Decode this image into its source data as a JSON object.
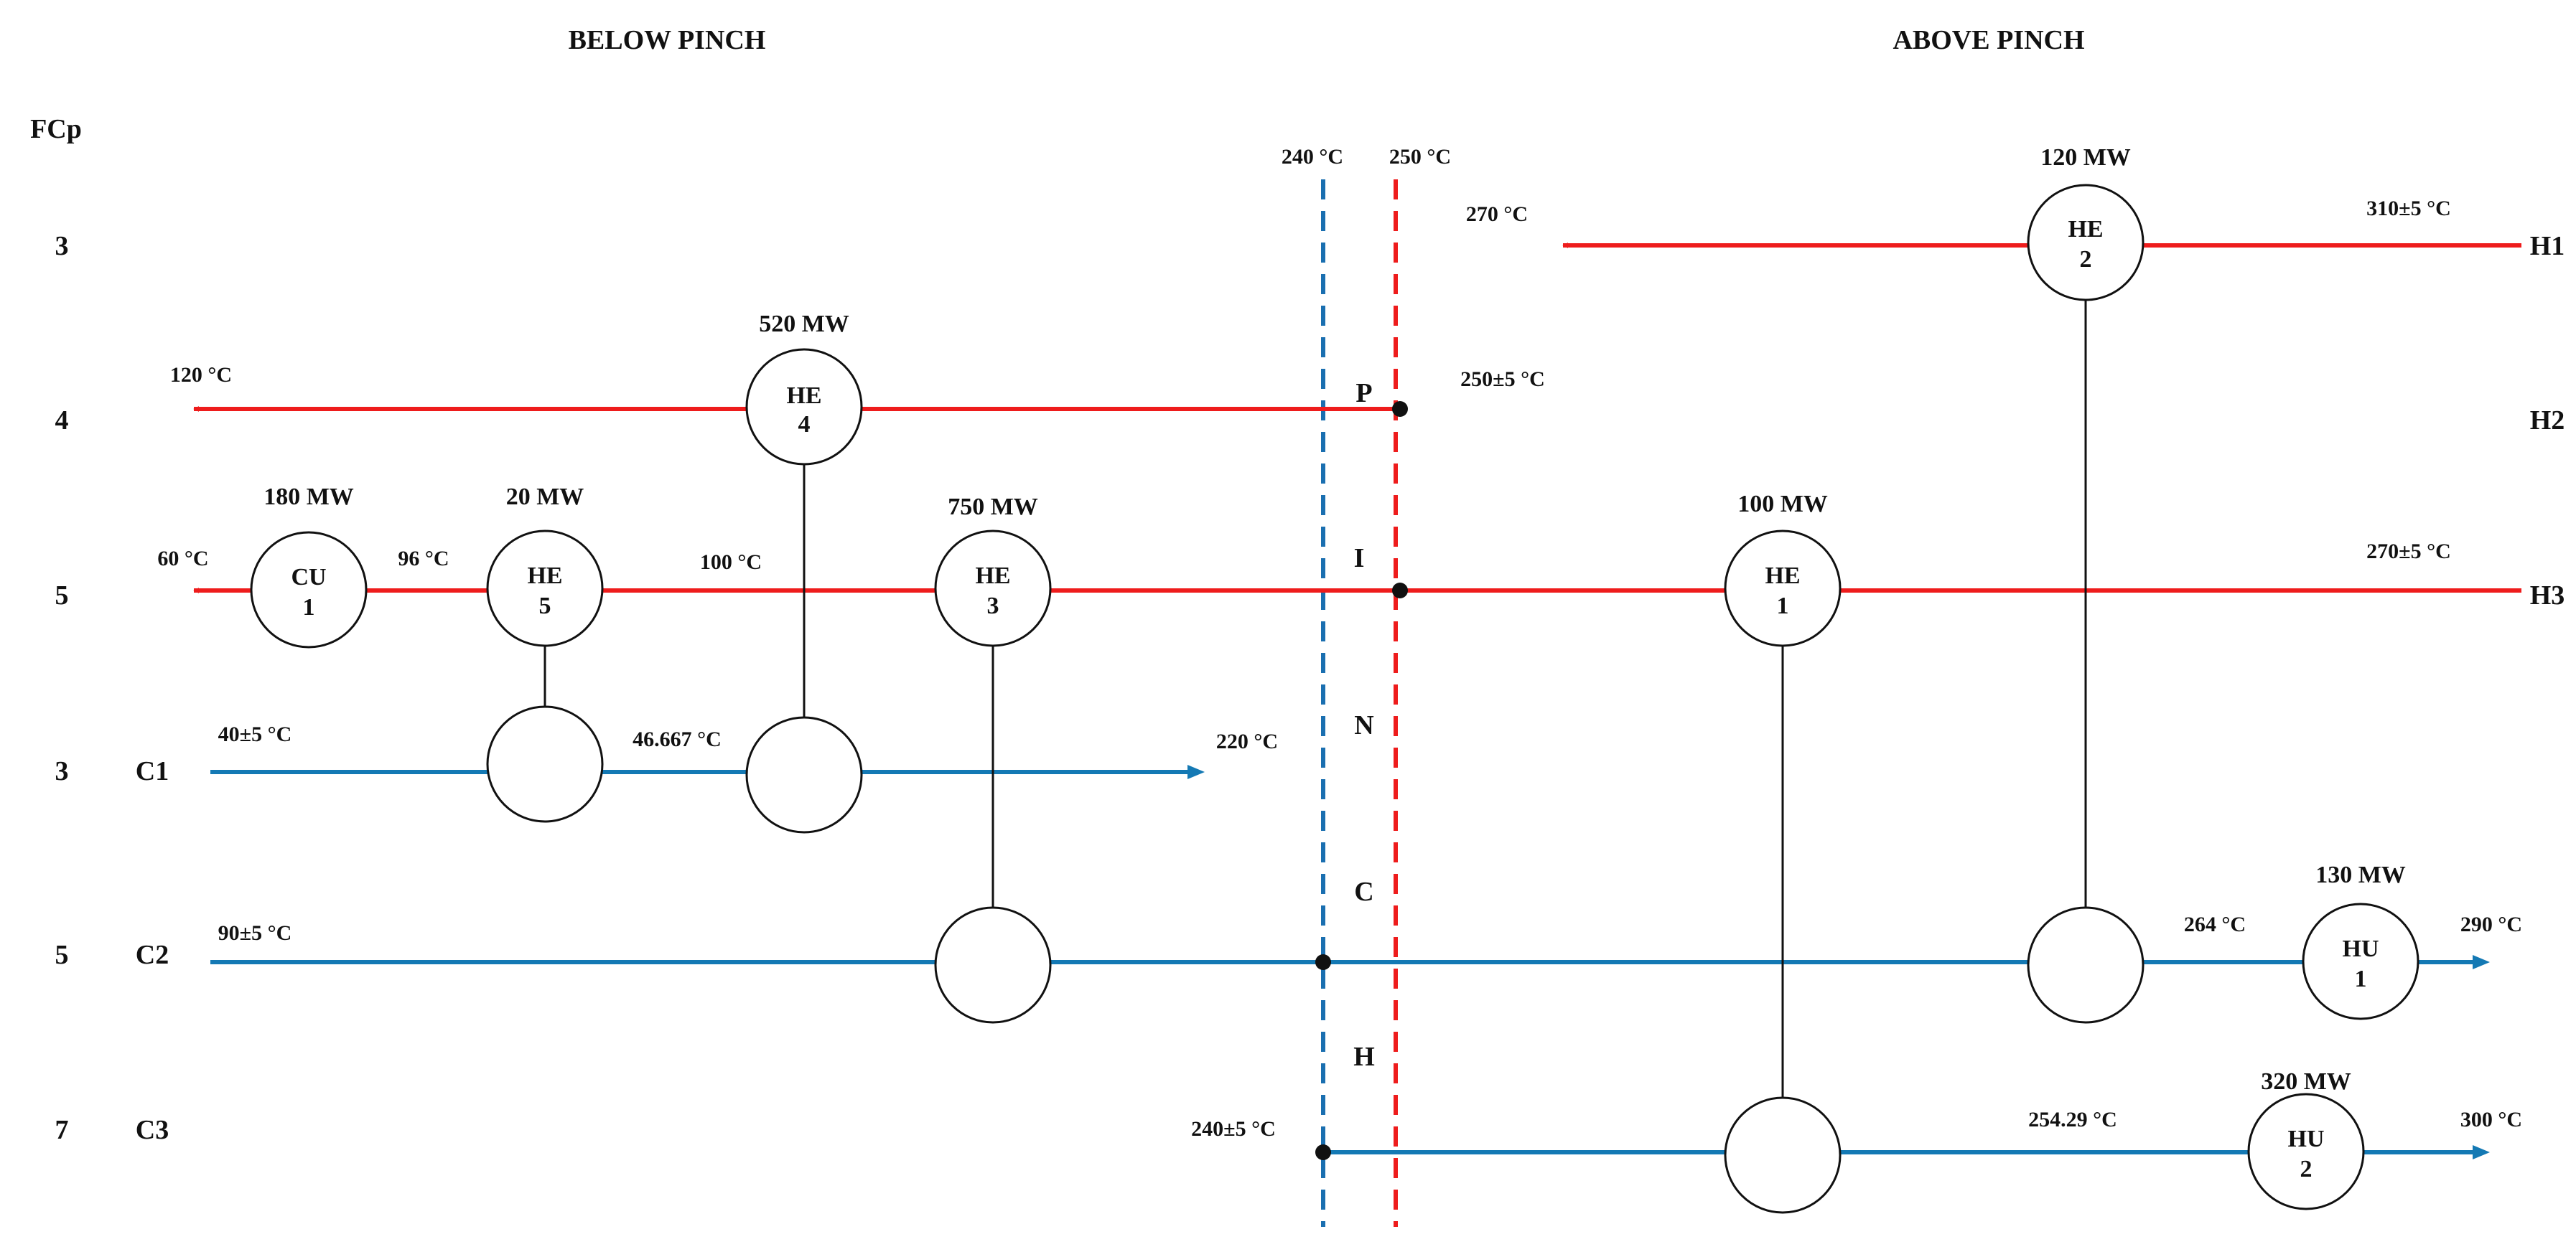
{
  "header": {
    "below_pinch": "BELOW PINCH",
    "above_pinch": "ABOVE PINCH",
    "fcp_label": "FCp"
  },
  "colors": {
    "hot_stream": "#ee1c1c",
    "cold_stream": "#1479b4",
    "pinch_cold_line": "#1a6fb0",
    "pinch_hot_line": "#ee1c1c",
    "connector": "#111111"
  },
  "pinch": {
    "cold_temp": "240 °C",
    "hot_temp": "250 °C",
    "letters": [
      "P",
      "I",
      "N",
      "C",
      "H"
    ]
  },
  "streams": {
    "H1": {
      "name": "H1",
      "fcp": "3",
      "supply": "310±5 °C",
      "target": "270 °C"
    },
    "H2": {
      "name": "H2",
      "fcp": "4",
      "supply": "250±5 °C",
      "target": "120 °C"
    },
    "H3": {
      "name": "H3",
      "fcp": "5",
      "supply": "270±5 °C",
      "target": "60 °C",
      "after_cu": "96 °C",
      "mid": "100 °C"
    },
    "C1": {
      "name": "C1",
      "fcp": "3",
      "supply": "40±5 °C",
      "mid": "46.667 °C",
      "target": "220 °C"
    },
    "C2": {
      "name": "C2",
      "fcp": "5",
      "supply": "90±5 °C",
      "mid": "264 °C",
      "target": "290 °C"
    },
    "C3": {
      "name": "C3",
      "fcp": "7",
      "supply": "240±5 °C",
      "mid": "254.29 °C",
      "target": "300 °C"
    }
  },
  "units": {
    "HE1": {
      "line1": "HE",
      "line2": "1",
      "duty": "100 MW"
    },
    "HE2": {
      "line1": "HE",
      "line2": "2",
      "duty": "120 MW"
    },
    "HE3": {
      "line1": "HE",
      "line2": "3",
      "duty": "750 MW"
    },
    "HE4": {
      "line1": "HE",
      "line2": "4",
      "duty": "520 MW"
    },
    "HE5": {
      "line1": "HE",
      "line2": "5",
      "duty": "20 MW"
    },
    "CU1": {
      "line1": "CU",
      "line2": "1",
      "duty": "180 MW"
    },
    "HU1": {
      "line1": "HU",
      "line2": "1",
      "duty": "130 MW"
    },
    "HU2": {
      "line1": "HU",
      "line2": "2",
      "duty": "320 MW"
    }
  }
}
